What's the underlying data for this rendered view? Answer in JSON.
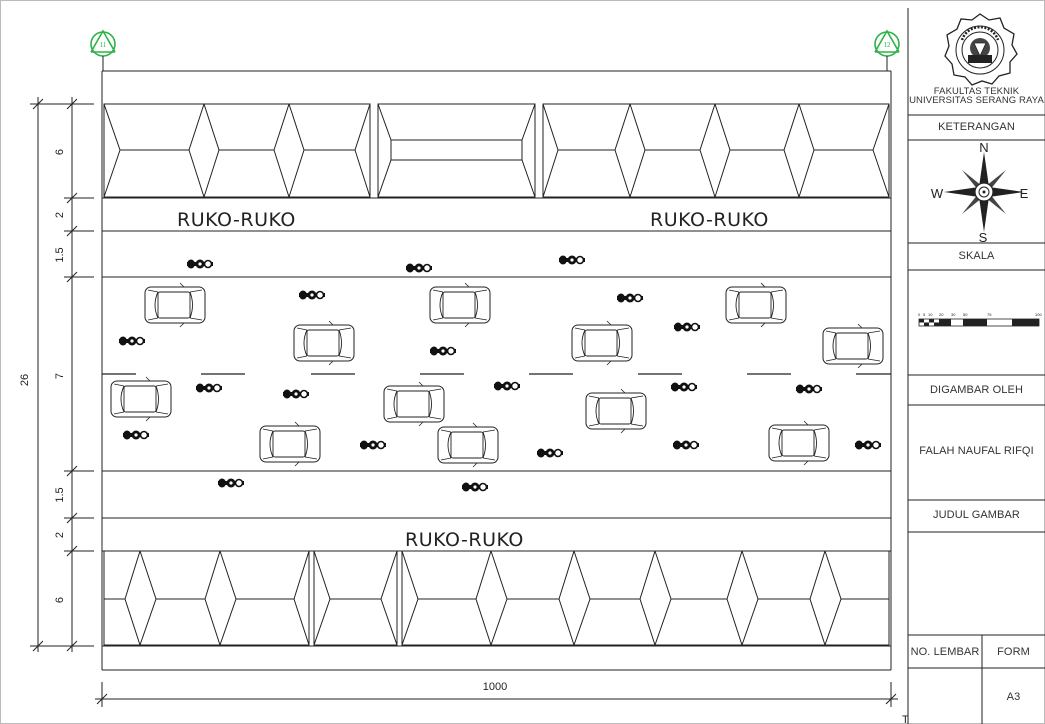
{
  "grid_markers": {
    "left": "11",
    "right": "12"
  },
  "labels": {
    "ruko_top_left": "RUKO-RUKO",
    "ruko_top_right": "RUKO-RUKO",
    "ruko_bottom": "RUKO-RUKO"
  },
  "dimensions": {
    "total": "26",
    "width": "1000",
    "segments": [
      "6",
      "2",
      "1.5",
      "7",
      "1.5",
      "2",
      "6"
    ]
  },
  "title_block": {
    "institution_line1": "FAKULTAS TEKNIK",
    "institution_line2": "UNIVERSITAS SERANG RAYA",
    "keterangan": "KETERANGAN",
    "compass": {
      "n": "N",
      "s": "S",
      "e": "E",
      "w": "W"
    },
    "skala": "SKALA",
    "scale_ticks": [
      "0",
      "5",
      "10",
      "20",
      "30",
      "50",
      "75",
      "100"
    ],
    "digambar_oleh": "DIGAMBAR OLEH",
    "drawer_name": "FALAH NAUFAL RIFQI",
    "judul_gambar": "JUDUL GAMBAR",
    "no_lembar": "NO. LEMBAR",
    "form": "FORM",
    "paper": "A3"
  },
  "corner_mark": "T",
  "colors": {
    "marker": "#2db34a",
    "line": "#222222",
    "seal": "#333333"
  }
}
